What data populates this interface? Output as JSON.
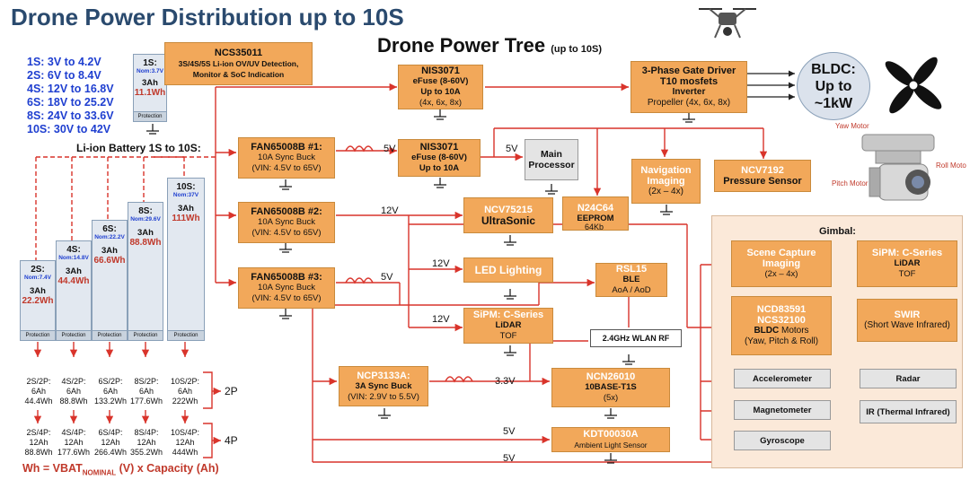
{
  "title": "Drone Power Distribution up to 10S",
  "subtitle": {
    "main": "Drone Power Tree",
    "note": "(up to 10S)"
  },
  "voltage_ranges": [
    "1S: 3V to 4.2V",
    "2S: 6V to 8.4V",
    "4S: 12V to 16.8V",
    "6S: 18V to 25.2V",
    "8S: 24V to 33.6V",
    "10S: 30V to 42V"
  ],
  "battery_caption": "Li-ion Battery 1S to 10S:",
  "batteries": [
    {
      "name": "1S:",
      "nom": "Nom:3.7V",
      "cap": "3Ah",
      "wh": "11.1Wh"
    },
    {
      "name": "2S:",
      "nom": "Nom:7.4V",
      "cap": "3Ah",
      "wh": "22.2Wh"
    },
    {
      "name": "4S:",
      "nom": "Nom:14.8V",
      "cap": "3Ah",
      "wh": "44.4Wh"
    },
    {
      "name": "6S:",
      "nom": "Nom:22.2V",
      "cap": "3Ah",
      "wh": "66.6Wh"
    },
    {
      "name": "8S:",
      "nom": "Nom:29.6V",
      "cap": "3Ah",
      "wh": "88.8Wh"
    },
    {
      "name": "10S:",
      "nom": "Nom:37V",
      "cap": "3Ah",
      "wh": "111Wh"
    }
  ],
  "protection_label": "Protection",
  "configs_2p": [
    {
      "l1": "2S/2P:",
      "l2": "6Ah",
      "l3": "44.4Wh"
    },
    {
      "l1": "4S/2P:",
      "l2": "6Ah",
      "l3": "88.8Wh"
    },
    {
      "l1": "6S/2P:",
      "l2": "6Ah",
      "l3": "133.2Wh"
    },
    {
      "l1": "8S/2P:",
      "l2": "6Ah",
      "l3": "177.6Wh"
    },
    {
      "l1": "10S/2P:",
      "l2": "6Ah",
      "l3": "222Wh"
    }
  ],
  "configs_4p": [
    {
      "l1": "2S/4P:",
      "l2": "12Ah",
      "l3": "88.8Wh"
    },
    {
      "l1": "4S/4P:",
      "l2": "12Ah",
      "l3": "177.6Wh"
    },
    {
      "l1": "6S/4P:",
      "l2": "12Ah",
      "l3": "266.4Wh"
    },
    {
      "l1": "8S/4P:",
      "l2": "12Ah",
      "l3": "355.2Wh"
    },
    {
      "l1": "10S/4P:",
      "l2": "12Ah",
      "l3": "444Wh"
    }
  ],
  "label_2p": "2P",
  "label_4p": "4P",
  "formula": {
    "a": "Wh = VBAT",
    "sub": "NOMINAL",
    "b": " (V) x Capacity (Ah)"
  },
  "ncs35011": {
    "h": "NCS35011",
    "l1": "3S/4S/5S Li-ion OV/UV Detection,",
    "l2": "Monitor & SoC Indication"
  },
  "nis3071_a": {
    "h": "NIS3071",
    "l1": "eFuse (8-60V)",
    "l2": "Up to 10A",
    "l3": "(4x, 6x, 8x)"
  },
  "gate_driver": {
    "h": "3-Phase Gate Driver",
    "l1": "T10 mosfets",
    "l2": "Inverter",
    "l3": "Propeller (4x, 6x, 8x)"
  },
  "bldc": {
    "l1": "BLDC:",
    "l2": "Up to",
    "l3": "~1kW"
  },
  "fan1": {
    "h": "FAN65008B #1:",
    "l1": "10A Sync Buck",
    "l2": "(VIN: 4.5V to 65V)"
  },
  "fan2": {
    "h": "FAN65008B #2:",
    "l1": "10A Sync Buck",
    "l2": "(VIN: 4.5V to 65V)"
  },
  "fan3": {
    "h": "FAN65008B #3:",
    "l1": "10A Sync Buck",
    "l2": "(VIN: 4.5V to 65V)"
  },
  "nis3071_b": {
    "h": "NIS3071",
    "l1": "eFuse (8-60V)",
    "l2": "Up to 10A"
  },
  "main_processor": {
    "l1": "Main",
    "l2": "Processor"
  },
  "nav_imaging": {
    "l1": "Navigation",
    "l2": "Imaging",
    "l3": "(2x – 4x)"
  },
  "ncv7192": {
    "h": "NCV7192",
    "l1": "Pressure Sensor"
  },
  "n24c64": {
    "h": "N24C64",
    "l1": "EEPROM",
    "l2": "64Kb"
  },
  "ncv75215": {
    "h": "NCV75215",
    "l1": "UltraSonic"
  },
  "led": {
    "h": "LED Lighting"
  },
  "rsl15": {
    "h": "RSL15",
    "l1": "BLE",
    "l2": "AoA / AoD"
  },
  "sipm_lidar_a": {
    "h": "SiPM: C-Series",
    "l1": "LiDAR",
    "l2": "TOF"
  },
  "wlan": {
    "l1": "2.4GHz WLAN RF"
  },
  "ncp3133a": {
    "h": "NCP3133A:",
    "l1": "3A Sync Buck",
    "l2": "(VIN: 2.9V to 5.5V)"
  },
  "ncn26010": {
    "h": "NCN26010",
    "l1": "10BASE-T1S",
    "l2": "(5x)"
  },
  "kdt": {
    "h": "KDT00030A",
    "l1": "Ambient Light Sensor"
  },
  "gimbal_title": "Gimbal:",
  "scene_capture": {
    "h": "Scene Capture",
    "l1": "Imaging",
    "l2": "(2x – 4x)"
  },
  "ncd_motors": {
    "h1": "NCD83591",
    "h2": "NCS32100",
    "l1": "BLDC",
    "l1b": " Motors",
    "l2": "(Yaw, Pitch & Roll)"
  },
  "sipm_lidar_b": {
    "h": "SiPM: C-Series",
    "l1": "LiDAR",
    "l2": "TOF"
  },
  "swir": {
    "h": "SWIR",
    "l1": "(Short Wave Infrared)"
  },
  "accel": "Accelerometer",
  "magnet": "Magnetometer",
  "gyro": "Gyroscope",
  "radar": "Radar",
  "ir": "IR (Thermal Infrared)",
  "gimbal_photo": {
    "yaw": "Yaw Motor",
    "roll": "Roll Moto",
    "pitch": "Pitch Motor"
  },
  "voltages": {
    "v5_a": "5V",
    "v5_b": "5V",
    "v12_a": "12V",
    "v12_b": "12V",
    "v12_c": "12V",
    "v5_c": "5V",
    "v33": "3.3V",
    "v5_d": "5V",
    "v5_e": "5V"
  },
  "colors": {
    "accent": "#f2a85a",
    "wire": "#d9342b",
    "title": "#2a4a6e",
    "range_text": "#1f3fd0",
    "gimbal_bg": "#fbe9d9"
  }
}
